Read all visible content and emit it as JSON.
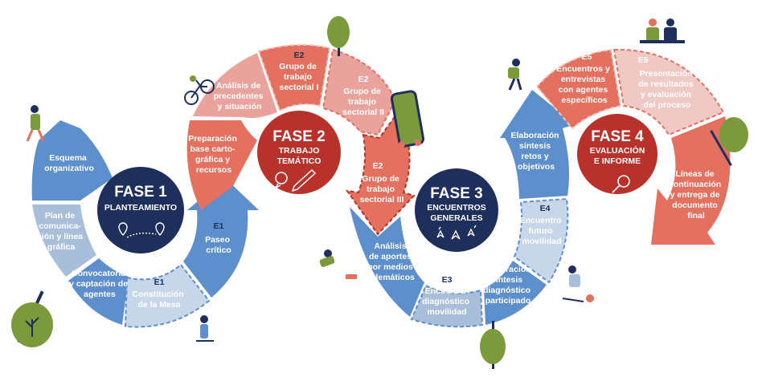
{
  "colors": {
    "navy": "#1f2f5c",
    "blue_mid": "#5d8fcc",
    "blue_light": "#a9bfd9",
    "blue_pale": "#c7d6e8",
    "red_dark": "#b8312a",
    "salmon": "#e4705f",
    "salmon_light": "#eaa39c",
    "pink_pale": "#f1c9c4",
    "tree_green": "#7a9a3c"
  },
  "phases": [
    {
      "title": "FASE 1",
      "subtitle": [
        "PLANTEAMIENTO"
      ],
      "icon": "map-route-icon"
    },
    {
      "title": "FASE 2",
      "subtitle": [
        "TRABAJO",
        "TEMÁTICO"
      ],
      "icon": "speech-pencil-icon"
    },
    {
      "title": "FASE 3",
      "subtitle": [
        "ENCUENTROS",
        "GENERALES"
      ],
      "icon": "stars-icon"
    },
    {
      "title": "FASE 4",
      "subtitle": [
        "EVALUACIÓN",
        "E INFORME"
      ],
      "icon": "magnifier-icon"
    }
  ],
  "steps": {
    "f1_esquema": {
      "lines": [
        "Esquema",
        "organizativo"
      ]
    },
    "f1_plan": {
      "lines": [
        "Plan de",
        "comunica-",
        "ción y línea",
        "gráfica"
      ]
    },
    "f1_convocatoria": {
      "lines": [
        "Convocatoria",
        "y captación de",
        "agentes"
      ]
    },
    "f1_constitucion": {
      "code": "E1",
      "lines": [
        "Constitución",
        "de la Mesa"
      ]
    },
    "f1_paseo": {
      "code": "E1",
      "lines": [
        "Paseo",
        "crítico"
      ]
    },
    "f2_preparacion": {
      "lines": [
        "Preparación",
        "base carto-",
        "gráfica y",
        "recursos"
      ]
    },
    "f2_analisis": {
      "lines": [
        "Análisis de",
        "precedentes",
        "y situación"
      ]
    },
    "f2_grupo1": {
      "code": "E2",
      "lines": [
        "Grupo de",
        "trabajo",
        "sectorial I"
      ]
    },
    "f2_grupo2": {
      "code": "E2",
      "lines": [
        "Grupo de",
        "trabajo",
        "sectorial II"
      ]
    },
    "f2_grupo3": {
      "code": "E2",
      "lines": [
        "Grupo de",
        "trabajo",
        "sectorial III"
      ]
    },
    "f3_aportes": {
      "lines": [
        "Análisis",
        "de aportes",
        "por medios",
        "telemáticos"
      ]
    },
    "f3_diagnostico": {
      "code": "E3",
      "lines": [
        "Encuentro",
        "diagnóstico",
        "movilidad"
      ]
    },
    "f3_elab_diag": {
      "lines": [
        "Elaboración",
        "síntesis",
        "diagnóstico",
        "participado"
      ]
    },
    "f3_futuro": {
      "code": "E4",
      "lines": [
        "Encuentro",
        "futuro",
        "movilidad"
      ]
    },
    "f3_retos": {
      "lines": [
        "Elaboración",
        "síntesis",
        "retos y",
        "objetivos"
      ]
    },
    "f4_encuentros": {
      "code": "E5",
      "lines": [
        "Encuentros y",
        "entrevistas",
        "con agentes",
        "específicos"
      ]
    },
    "f4_presentacion": {
      "code": "E5",
      "lines": [
        "Presentación",
        "de resultados",
        "y evaluación",
        "del proceso"
      ]
    },
    "f4_lineas": {
      "lines": [
        "Líneas de",
        "continuación",
        "y entrega de",
        "documento",
        "final"
      ]
    }
  }
}
